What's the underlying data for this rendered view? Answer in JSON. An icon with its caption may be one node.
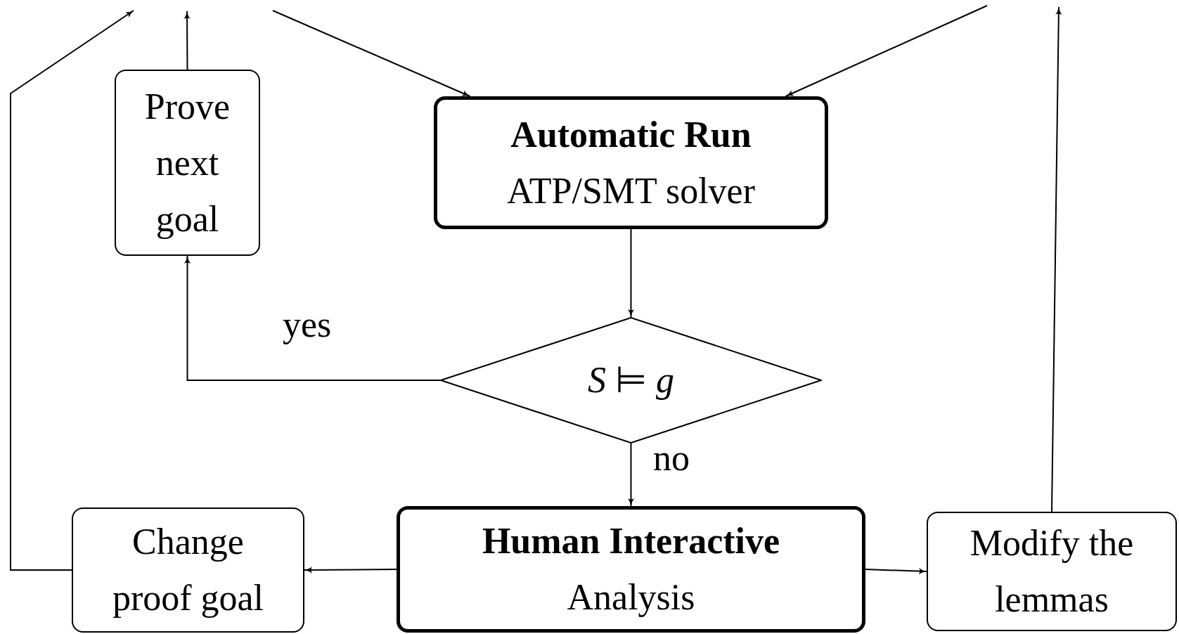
{
  "diagram": {
    "nodes": [
      {
        "text": [
          "Prove next goal"
        ]
      },
      {
        "text": [
          "Automatic Run",
          "ATP/SMT solver"
        ]
      },
      {
        "text": [
          "*S* ⊨ *g*"
        ]
      },
      {
        "text": [
          "Change proof goal"
        ]
      },
      {
        "text": [
          "Human Interactive",
          "Analysis"
        ]
      },
      {
        "text": [
          "Modify the lemmas"
        ]
      }
    ],
    "edges": [
      {
        "from": 1,
        "to": 2,
        "arrow": "to"
      },
      {
        "from": 2,
        "to": 4,
        "arrow": "to",
        "label": "no"
      },
      {
        "from": 2,
        "to": 0,
        "arrow": "to",
        "label": "yes"
      },
      {
        "from": 4,
        "to": 3,
        "arrow": "to"
      },
      {
        "from": 4,
        "to": 5,
        "arrow": "to"
      },
      {
        "from": 0,
        "to": null,
        "arrow": "to"
      },
      {
        "from": 3,
        "to": null,
        "arrow": "to"
      },
      {
        "from": null,
        "to": 1,
        "arrow": "to"
      },
      {
        "from": null,
        "to": 1,
        "arrow": "to"
      },
      {
        "from": 5,
        "to": null,
        "arrow": "to"
      }
    ]
  }
}
